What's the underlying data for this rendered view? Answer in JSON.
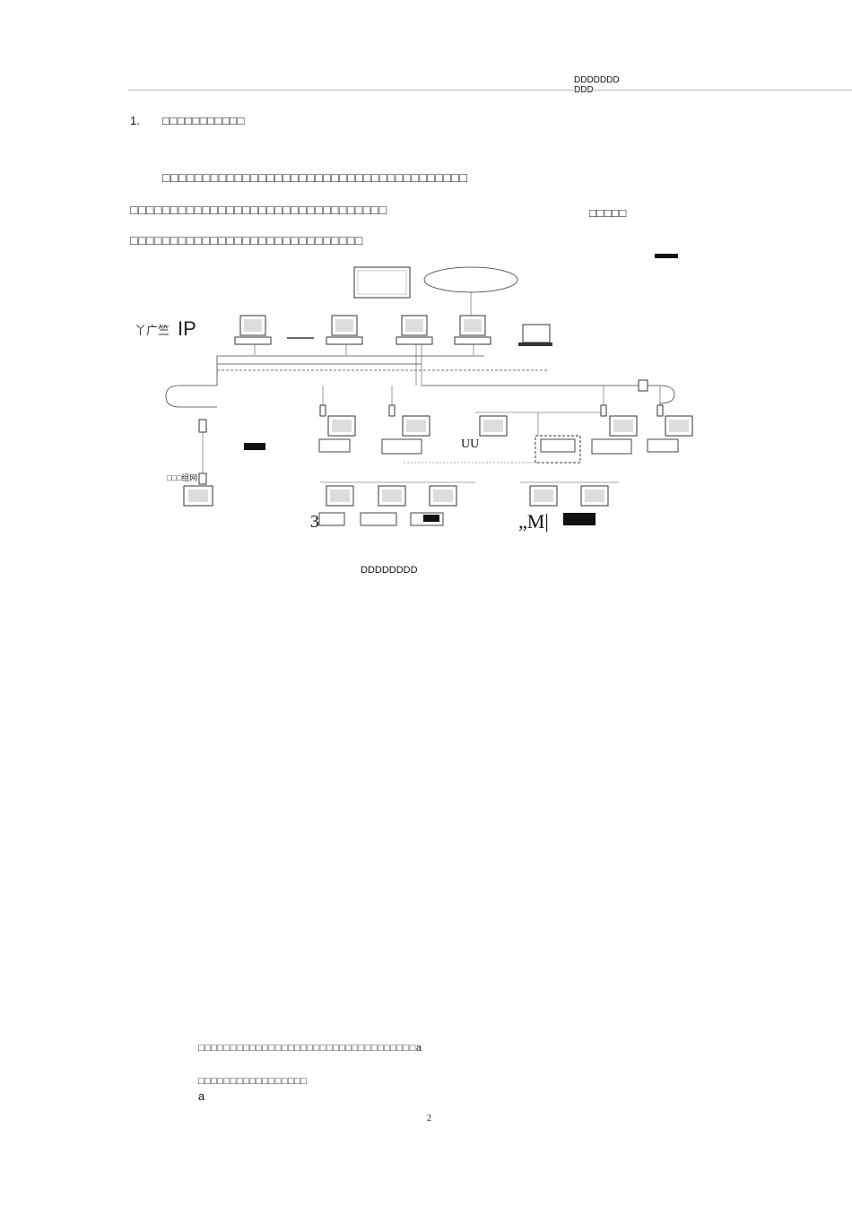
{
  "header": {
    "line1": "DDDDDDD",
    "line2": "DDD"
  },
  "section": {
    "number": "1.",
    "title": "□□□□□□□□□□□"
  },
  "body": {
    "para_line1": "□□□□□□□□□□□□□□□□□□□□□□□□□□□□□□□□□□□□□□",
    "para_line2": "□□□□□□□□□□□□□□□□□□□□□□□□□□□□□□□□",
    "para_line2_right": "□□□□□",
    "para_line3": "□□□□□□□□□□□□□□□□□□□□□□□□□□□□□"
  },
  "figure": {
    "caption": "DDDDDDDD",
    "labels": {
      "left_a": "丫广竺",
      "ip": "IP",
      "mid_a": "UU",
      "mid_b": "3",
      "mid_c": "„M|",
      "left_small": "□□□组网"
    }
  },
  "footer": {
    "note1": "□□□□□□□□□□□□□□□□□□□□□□□□□□□□□□□□□□a",
    "note2": "□□□□□□□□□□□□□□□□□",
    "note2_tail": "a",
    "page_number": "2"
  }
}
